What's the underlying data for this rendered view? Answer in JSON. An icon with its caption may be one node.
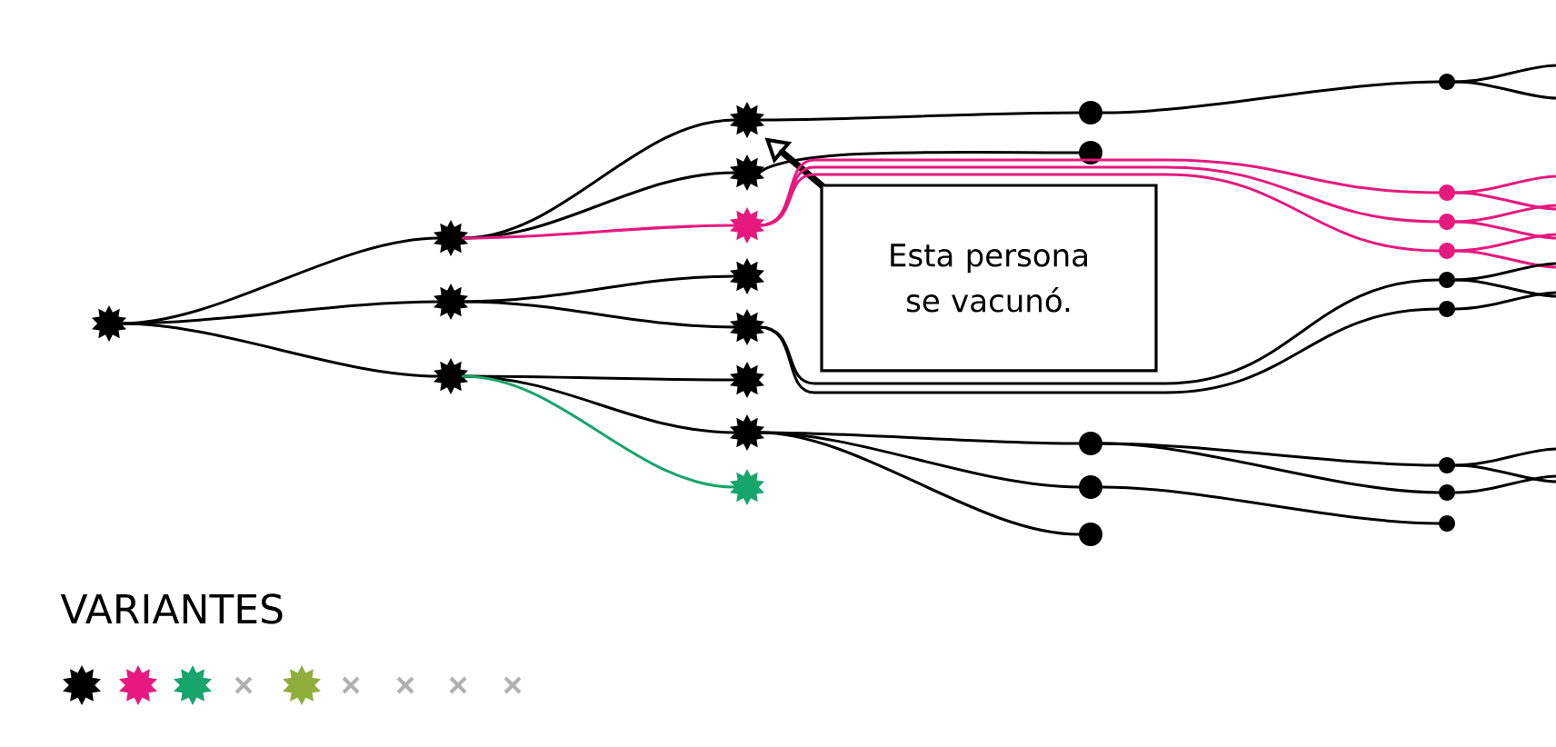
{
  "diagram": {
    "nodes": [
      {
        "text": [],
        "shape": "star"
      },
      {
        "text": [],
        "shape": "star"
      },
      {
        "text": [],
        "shape": "star"
      },
      {
        "text": [],
        "shape": "star"
      },
      {
        "text": [],
        "shape": "star"
      },
      {
        "text": [],
        "shape": "star"
      },
      {
        "text": [],
        "shape": "star"
      },
      {
        "text": [],
        "shape": "star"
      },
      {
        "text": [],
        "shape": "star"
      },
      {
        "text": [],
        "shape": "star"
      },
      {
        "text": [],
        "shape": "star"
      },
      {
        "text": [],
        "shape": "star"
      },
      {
        "text": [
          "Esta persona se vacunó."
        ]
      },
      {
        "text": [],
        "shape": "circle"
      },
      {
        "text": [],
        "shape": "circle"
      },
      {
        "text": [],
        "shape": "circle"
      },
      {
        "text": [],
        "shape": "circle"
      },
      {
        "text": [],
        "shape": "circle"
      },
      {
        "text": [],
        "shape": "circle"
      },
      {
        "text": [],
        "shape": "circle"
      },
      {
        "text": [],
        "shape": "circle"
      },
      {
        "text": [],
        "shape": "circle"
      },
      {
        "text": [],
        "shape": "circle"
      },
      {
        "text": [],
        "shape": "circle"
      },
      {
        "text": [],
        "shape": "circle"
      },
      {
        "text": [],
        "shape": "circle"
      },
      {
        "text": [],
        "shape": "circle"
      }
    ],
    "edges": [
      {
        "from": 0,
        "to": 1,
        "arrow": "none"
      },
      {
        "from": 0,
        "to": 2,
        "arrow": "none"
      },
      {
        "from": 0,
        "to": 3,
        "arrow": "none"
      },
      {
        "from": 1,
        "to": 4,
        "arrow": "none"
      },
      {
        "from": 1,
        "to": 5,
        "arrow": "none"
      },
      {
        "from": 1,
        "to": 6,
        "arrow": "none",
        "color": "#e6197f"
      },
      {
        "from": 2,
        "to": 7,
        "arrow": "none"
      },
      {
        "from": 2,
        "to": 8,
        "arrow": "none"
      },
      {
        "from": 3,
        "to": 9,
        "arrow": "none"
      },
      {
        "from": 3,
        "to": 10,
        "arrow": "none"
      },
      {
        "from": 3,
        "to": 11,
        "arrow": "none",
        "color": "#17a56c"
      },
      {
        "from": 12,
        "to": 4,
        "arrow": "to",
        "style": "thick"
      },
      {
        "from": 4,
        "to": 13,
        "arrow": "none"
      },
      {
        "from": 5,
        "to": 14,
        "arrow": "none"
      },
      {
        "from": 13,
        "to": 18,
        "arrow": "none"
      },
      {
        "from": 6,
        "to": 19,
        "arrow": "none",
        "color": "#e6197f"
      },
      {
        "from": 6,
        "to": 20,
        "arrow": "none",
        "color": "#e6197f"
      },
      {
        "from": 6,
        "to": 21,
        "arrow": "none",
        "color": "#e6197f"
      },
      {
        "from": 8,
        "to": 22,
        "arrow": "none"
      },
      {
        "from": 8,
        "to": 23,
        "arrow": "none"
      },
      {
        "from": 10,
        "to": 15,
        "arrow": "none"
      },
      {
        "from": 10,
        "to": 16,
        "arrow": "none"
      },
      {
        "from": 10,
        "to": 17,
        "arrow": "none"
      },
      {
        "from": 15,
        "to": 24,
        "arrow": "none"
      },
      {
        "from": 15,
        "to": 25,
        "arrow": "none"
      },
      {
        "from": 16,
        "to": 26,
        "arrow": "none"
      },
      {
        "from": 18,
        "to": null,
        "arrow": "none"
      },
      {
        "from": 18,
        "to": null,
        "arrow": "none"
      },
      {
        "from": 19,
        "to": null,
        "arrow": "none",
        "color": "#e6197f"
      },
      {
        "from": 19,
        "to": null,
        "arrow": "none",
        "color": "#e6197f"
      },
      {
        "from": 20,
        "to": null,
        "arrow": "none",
        "color": "#e6197f"
      },
      {
        "from": 20,
        "to": null,
        "arrow": "none",
        "color": "#e6197f"
      },
      {
        "from": 21,
        "to": null,
        "arrow": "none",
        "color": "#e6197f"
      },
      {
        "from": 21,
        "to": null,
        "arrow": "none",
        "color": "#e6197f"
      },
      {
        "from": 22,
        "to": null,
        "arrow": "none"
      },
      {
        "from": 22,
        "to": null,
        "arrow": "none"
      },
      {
        "from": 23,
        "to": null,
        "arrow": "none"
      },
      {
        "from": 24,
        "to": null,
        "arrow": "none"
      },
      {
        "from": 24,
        "to": null,
        "arrow": "none"
      },
      {
        "from": 25,
        "to": null,
        "arrow": "none"
      }
    ],
    "labels": [
      "VARIANTES"
    ]
  }
}
